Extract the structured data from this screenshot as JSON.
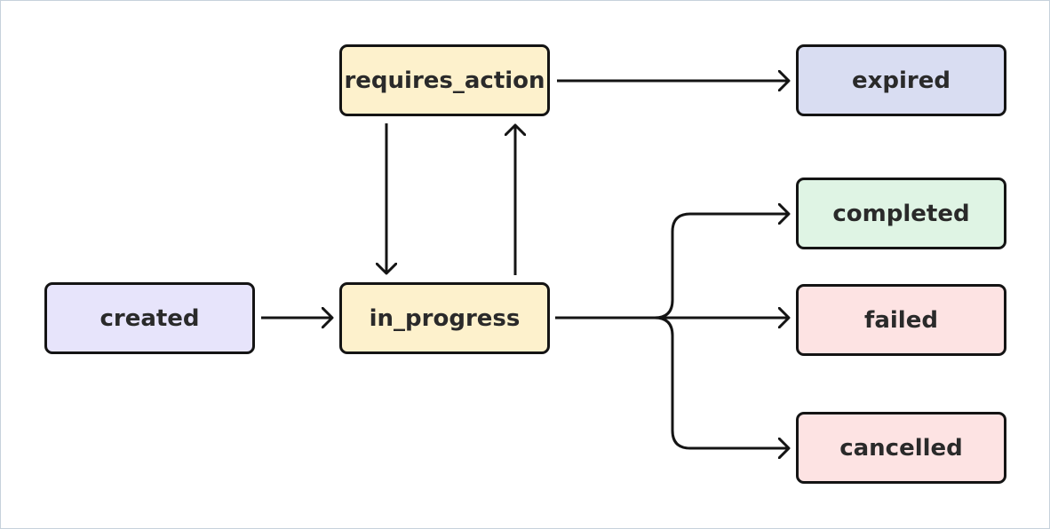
{
  "nodes": {
    "requires_action": {
      "label": "requires_action",
      "color": "#fdf1cc"
    },
    "expired": {
      "label": "expired",
      "color": "#d9ddf2"
    },
    "completed": {
      "label": "completed",
      "color": "#dff4e4"
    },
    "created": {
      "label": "created",
      "color": "#e7e4fb"
    },
    "in_progress": {
      "label": "in_progress",
      "color": "#fdf1cc"
    },
    "failed": {
      "label": "failed",
      "color": "#fde3e3"
    },
    "cancelled": {
      "label": "cancelled",
      "color": "#fde3e3"
    }
  },
  "edges": [
    {
      "from": "created",
      "to": "in_progress"
    },
    {
      "from": "in_progress",
      "to": "requires_action"
    },
    {
      "from": "requires_action",
      "to": "in_progress"
    },
    {
      "from": "requires_action",
      "to": "expired"
    },
    {
      "from": "in_progress",
      "to": "completed"
    },
    {
      "from": "in_progress",
      "to": "failed"
    },
    {
      "from": "in_progress",
      "to": "cancelled"
    }
  ],
  "colors": {
    "stroke": "#141414",
    "text": "#2a2a2a",
    "frame": "#c7d2dc"
  }
}
